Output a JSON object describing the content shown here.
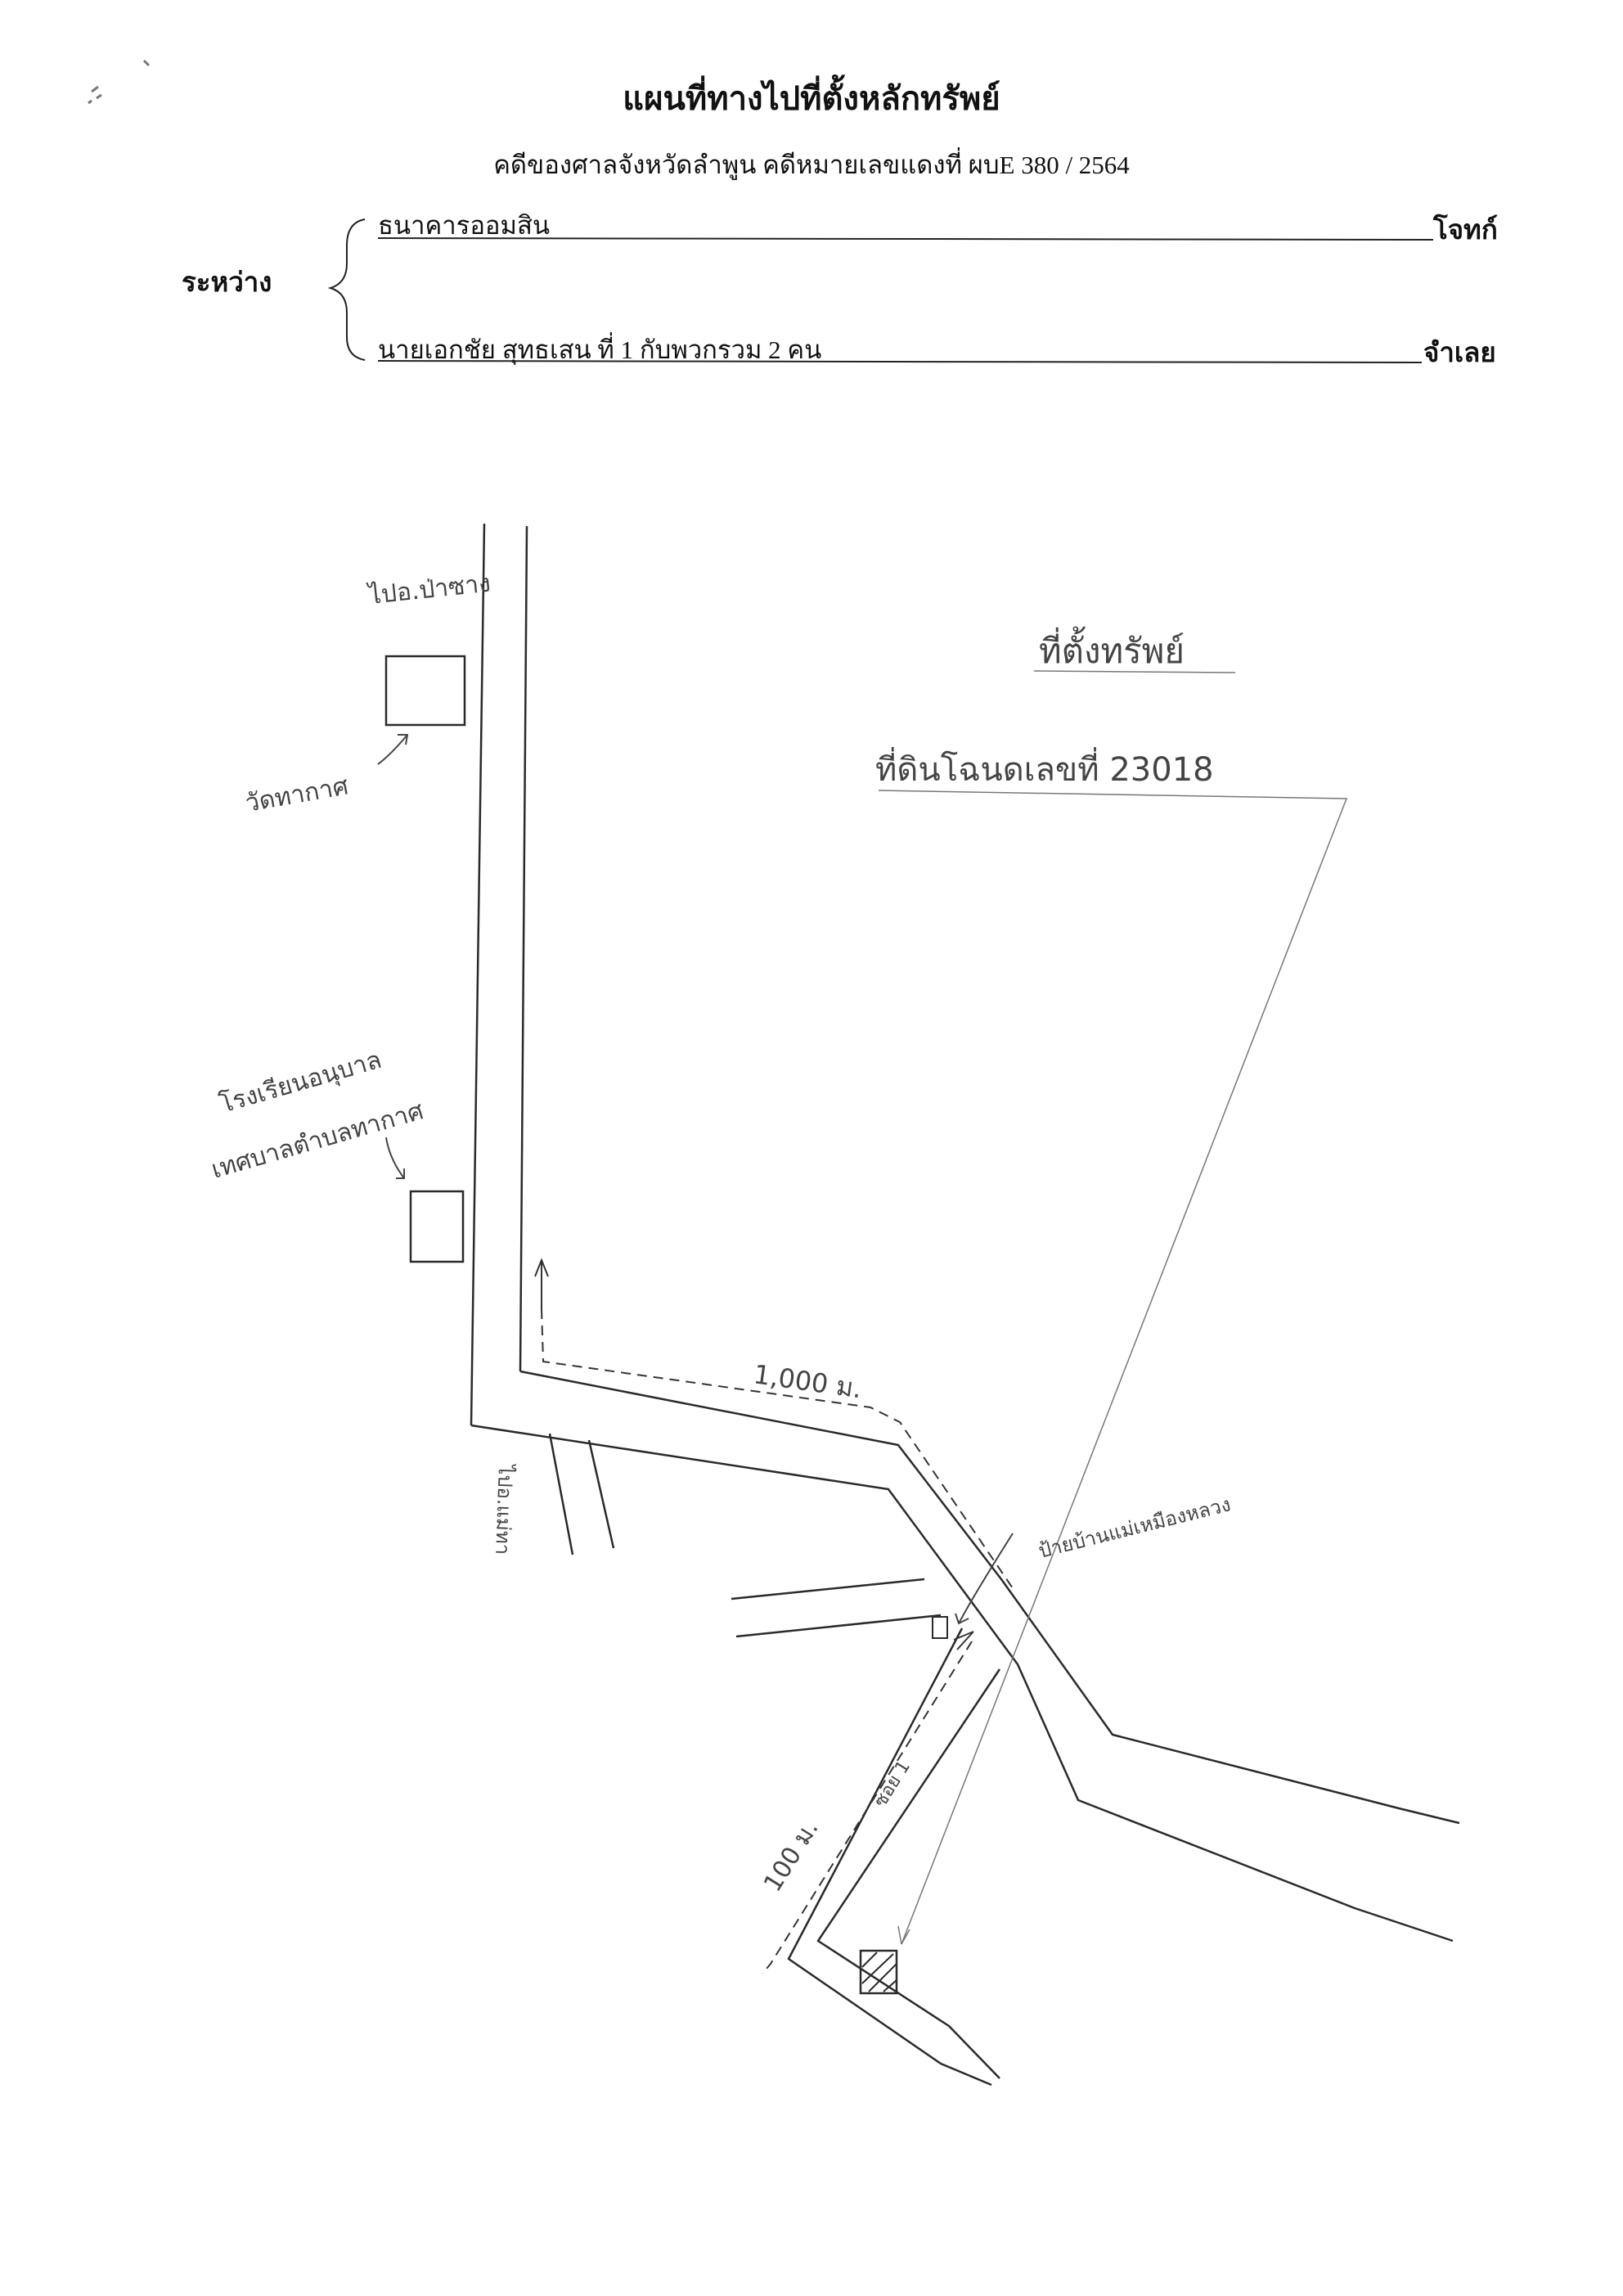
{
  "header": {
    "title": "แผนที่ทางไปที่ตั้งหลักทรัพย์",
    "subtitle": "คดีของศาลจังหวัดลำพูน   คดีหมายเลขแดงที่   ผบE 380 / 2564",
    "between_label": "ระหว่าง",
    "plaintiff_name": "ธนาคารออมสิน",
    "plaintiff_role": "โจทก์",
    "defendant_name": "นายเอกชัย  สุทธเสน  ที่ 1  กับพวกรวม 2 คน",
    "defendant_role": "จำเลย"
  },
  "map": {
    "labels": {
      "to_pa_sang": "ไปอ.ป่าซาง",
      "temple": "วัดทากาศ",
      "school_line1": "โรงเรียนอนุบาล",
      "school_line2": "เทศบาลตำบลทากาศ",
      "property_location": "ที่ตั้งทรัพย์",
      "deed_number": "ที่ดินโฉนดเลขที่  23018",
      "distance_1000": "1,000 ม.",
      "distance_100": "100 ม.",
      "sign_village": "ป้ายบ้านแม่เหมืองหลวง",
      "to_mae_tha": "ไปอ.แม่ทา",
      "lane_sign": "ซอย 1"
    }
  }
}
